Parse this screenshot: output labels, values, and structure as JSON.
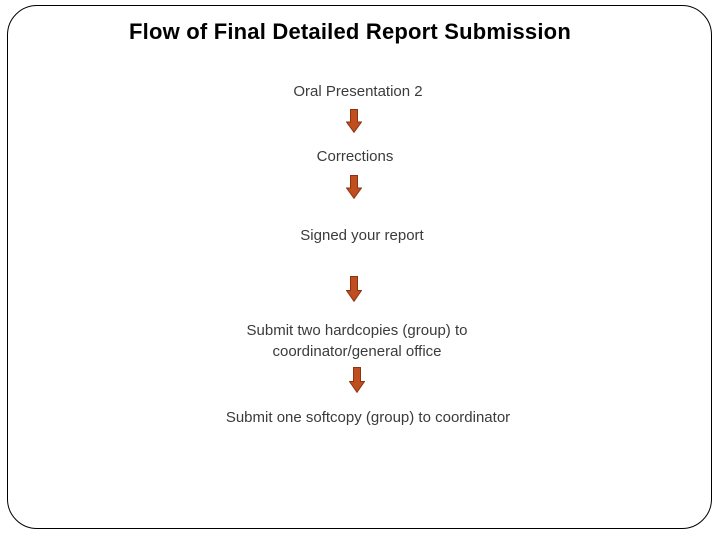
{
  "slide": {
    "title": "Flow of Final Detailed Report Submission",
    "background_color": "#ffffff",
    "border_color": "#000000"
  },
  "flow": {
    "steps": [
      {
        "label": "Oral Presentation 2"
      },
      {
        "label": "Corrections"
      },
      {
        "label": "Signed your report"
      },
      {
        "label": "Submit two hardcopies (group) to coordinator/general office"
      },
      {
        "label": "Submit one softcopy (group) to coordinator"
      }
    ],
    "arrow": {
      "icon": "down-block-arrow-icon",
      "fill": "#c14e1e",
      "stroke": "#8a3410"
    }
  }
}
